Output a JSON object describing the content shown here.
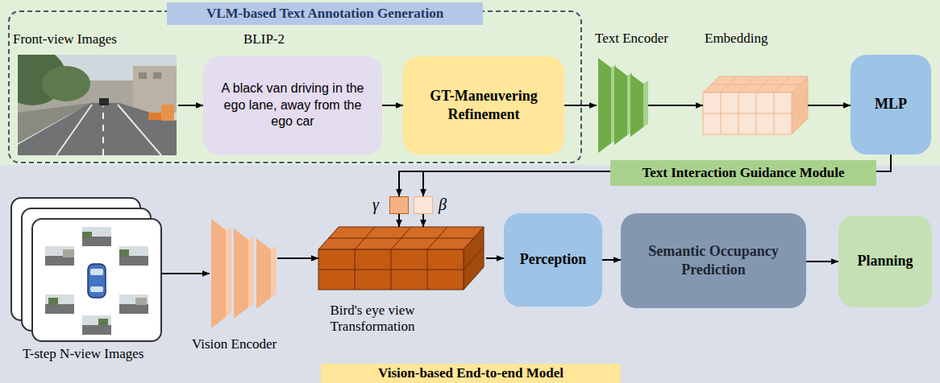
{
  "diagram": {
    "nodes": [
      {
        "text": [
          "Text Interaction Guidance Module"
        ]
      },
      {
        "text": [
          "VLM-based Text Annotation Generation"
        ],
        "in": 0
      },
      {
        "text": [
          "Front-view Images"
        ],
        "in": 1
      },
      {
        "text": [
          "BLIP-2",
          "A black van driving in the ego lane, away from the ego car"
        ],
        "in": 1
      },
      {
        "text": [
          "GT-Maneuvering Refinement"
        ],
        "in": 1
      },
      {
        "text": [
          "Text Encoder"
        ],
        "in": 0
      },
      {
        "text": [
          "Embedding"
        ],
        "in": 0
      },
      {
        "text": [
          "MLP"
        ],
        "in": 0
      },
      {
        "text": [
          "Vision-based End-to-end Model"
        ]
      },
      {
        "text": [
          "T-step N-view Images"
        ],
        "in": 8
      },
      {
        "text": [
          "Vision Encoder"
        ],
        "in": 8
      },
      {
        "text": [
          "γ"
        ],
        "in": 8
      },
      {
        "text": [
          "β"
        ],
        "in": 8
      },
      {
        "text": [
          "Bird's eye view Transformation"
        ],
        "in": 8
      },
      {
        "text": [
          "Perception"
        ],
        "in": 8
      },
      {
        "text": [
          "Semantic Occupancy Prediction"
        ],
        "in": 8
      },
      {
        "text": [
          "Planning"
        ],
        "in": 8
      }
    ],
    "edges": [
      {
        "from": 2,
        "to": 3,
        "arrow": "to"
      },
      {
        "from": 3,
        "to": 4,
        "arrow": "to"
      },
      {
        "from": 4,
        "to": 5,
        "arrow": "to"
      },
      {
        "from": 5,
        "to": 6,
        "arrow": "to"
      },
      {
        "from": 6,
        "to": 7,
        "arrow": "to"
      },
      {
        "from": 7,
        "to": 11,
        "arrow": "to"
      },
      {
        "from": 7,
        "to": 12,
        "arrow": "to"
      },
      {
        "from": 11,
        "to": 13,
        "arrow": "to"
      },
      {
        "from": 12,
        "to": 13,
        "arrow": "to"
      },
      {
        "from": 9,
        "to": 10,
        "arrow": "to"
      },
      {
        "from": 10,
        "to": 13,
        "arrow": "to"
      },
      {
        "from": 13,
        "to": 14,
        "arrow": "to"
      },
      {
        "from": 14,
        "to": 15,
        "arrow": "to"
      },
      {
        "from": 15,
        "to": 16,
        "arrow": "to"
      }
    ]
  }
}
